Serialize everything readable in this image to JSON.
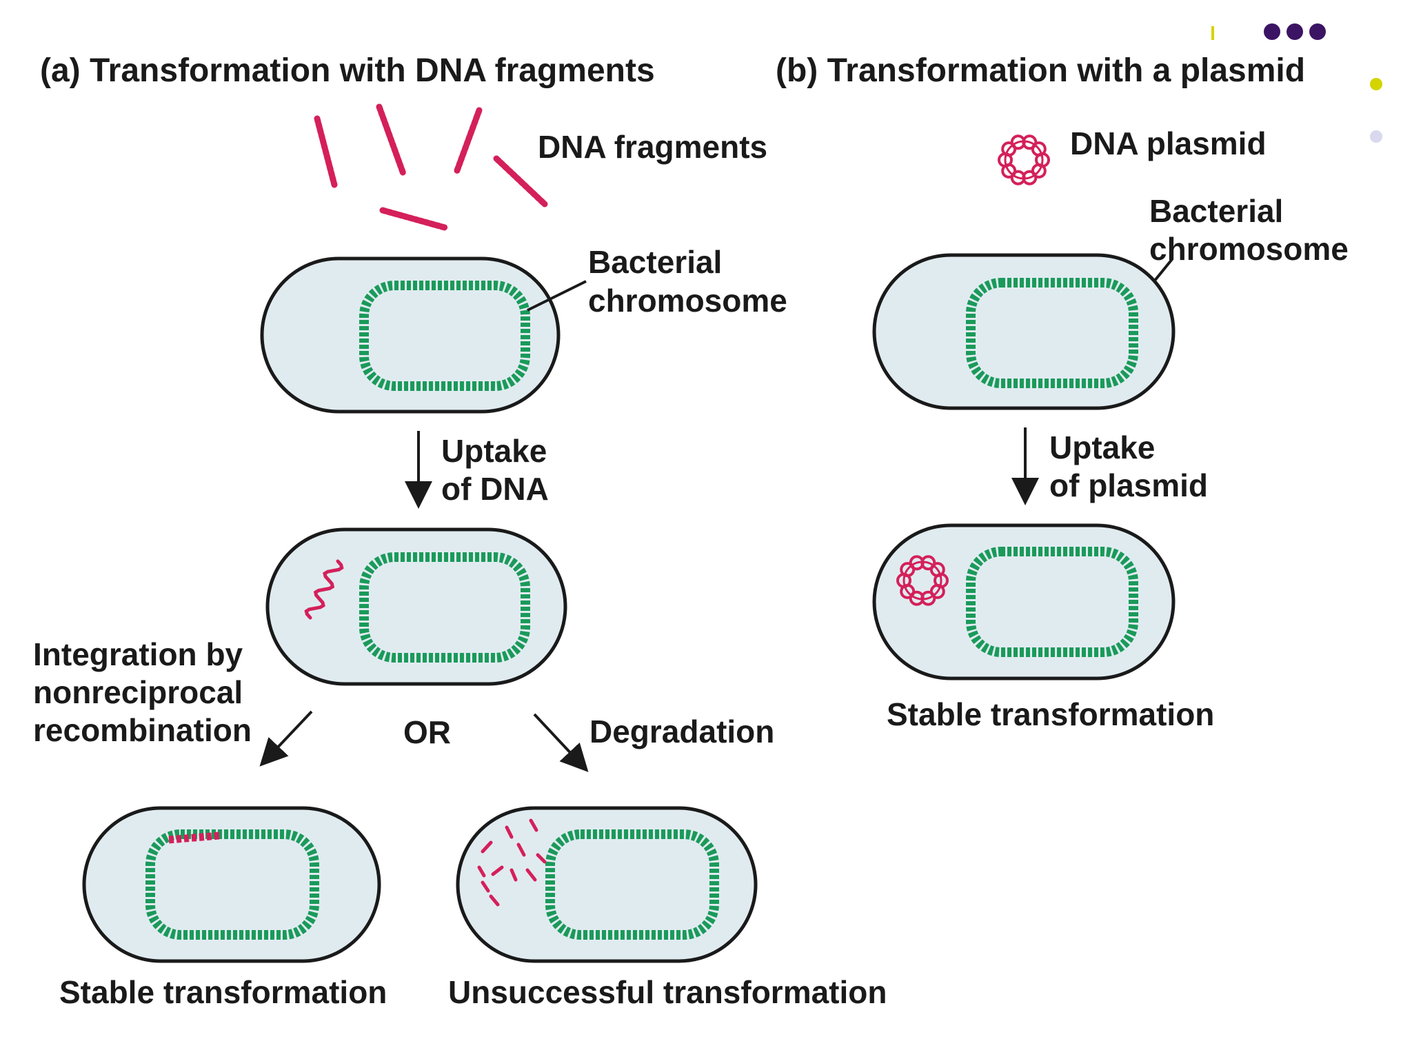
{
  "panel_a": {
    "title": "(a)  Transformation with DNA fragments",
    "fragments_label": "DNA fragments",
    "chromosome_label": [
      "Bacterial",
      "chromosome"
    ],
    "uptake_label": [
      "Uptake",
      "of DNA"
    ],
    "integration_label": [
      "Integration by",
      "nonreciprocal",
      "recombination"
    ],
    "or_label": "OR",
    "degradation_label": "Degradation",
    "stable_label": "Stable transformation",
    "unsuccessful_label": "Unsuccessful transformation"
  },
  "panel_b": {
    "title": "(b)  Transformation with a plasmid",
    "plasmid_label": "DNA plasmid",
    "chromosome_label": [
      "Bacterial",
      "chromosome"
    ],
    "uptake_label": [
      "Uptake",
      "of plasmid"
    ],
    "stable_label": "Stable transformation"
  },
  "colors": {
    "cell_fill": "#e0ebf0",
    "cell_stroke": "#1a1a1a",
    "chromosome": "#1a9a5a",
    "dna": "#d4205a",
    "decor_purple": "#3c1464",
    "decor_yellow": "#d4d400",
    "decor_lavender": "#d8d8ee"
  }
}
